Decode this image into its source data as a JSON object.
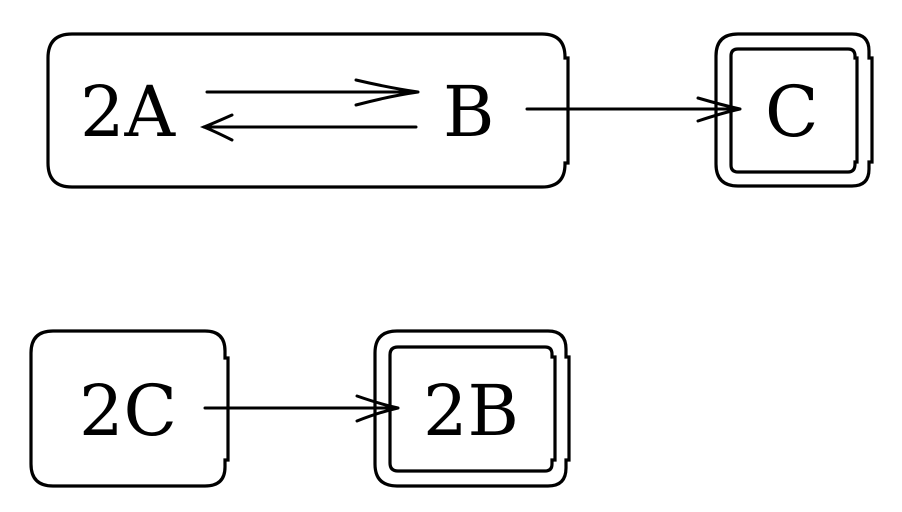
{
  "diagram": {
    "top_row": {
      "equilibrium_box": {
        "left_species": "2A",
        "right_species": "B"
      },
      "product_box": {
        "species": "C"
      }
    },
    "bottom_row": {
      "reactant_box": {
        "species": "2C"
      },
      "product_box": {
        "species": "2B"
      }
    }
  }
}
